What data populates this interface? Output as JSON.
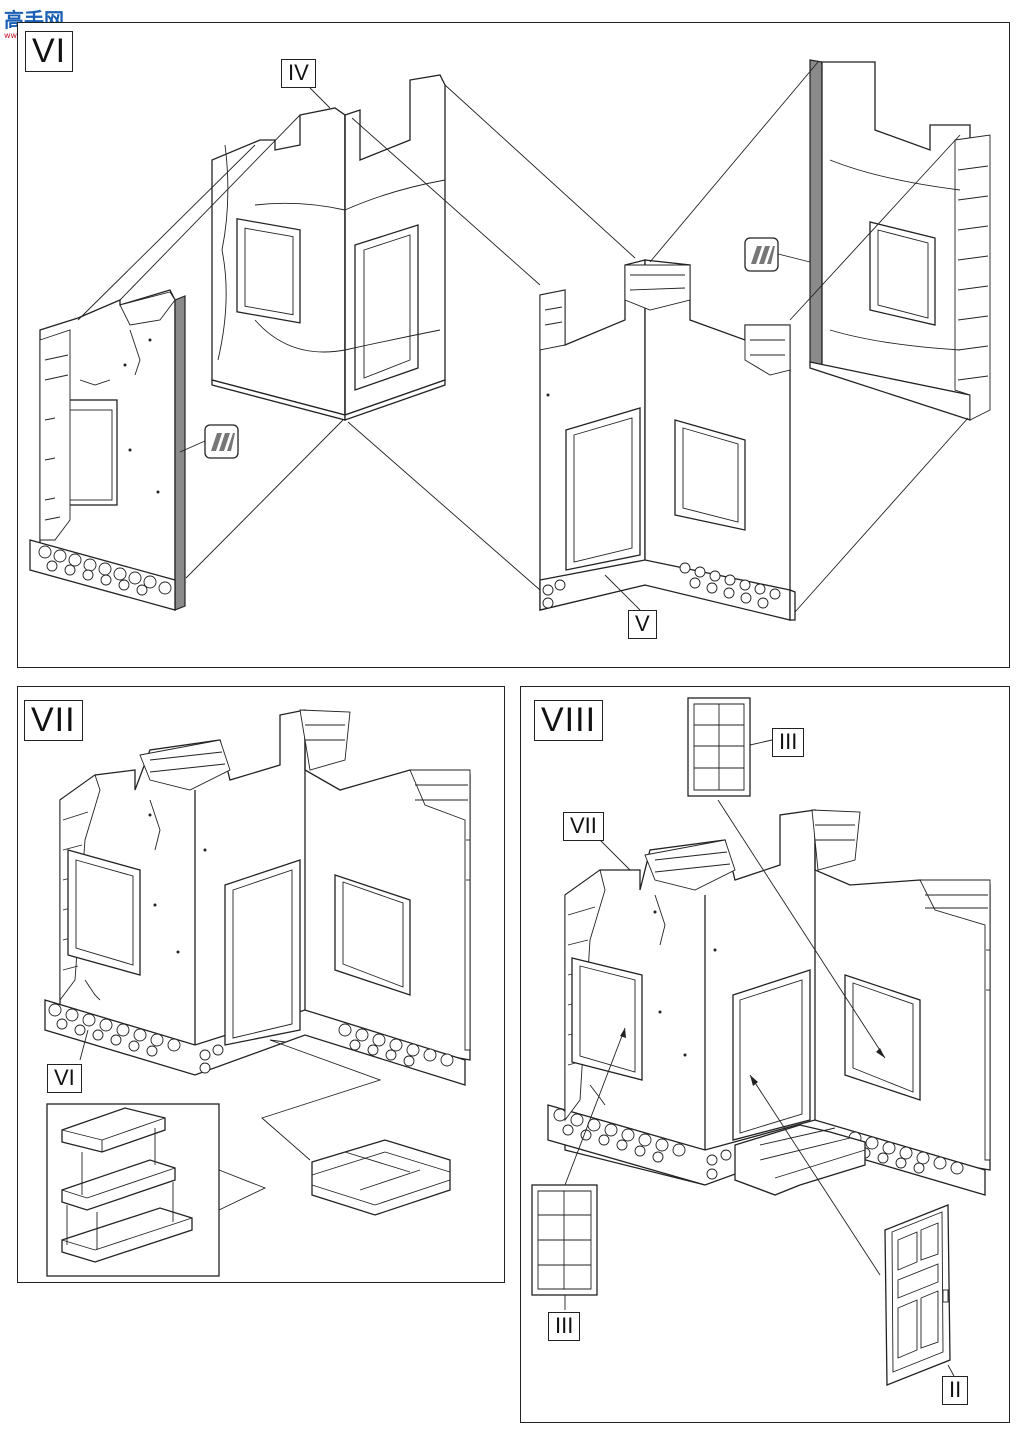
{
  "watermark": {
    "main": "高手网",
    "sub": "www.shou.com"
  },
  "panels": {
    "vi": {
      "step": "VI",
      "labels": {
        "part_iv": "IV",
        "part_v": "V"
      }
    },
    "vii": {
      "step": "VII",
      "labels": {
        "part_vi": "VI"
      }
    },
    "viii": {
      "step": "VIII",
      "labels": {
        "part_vii": "VII",
        "part_iii_top": "III",
        "part_iii_bottom": "III",
        "part_ii": "II"
      }
    }
  },
  "icons": [
    "glue-icon",
    "glue-icon"
  ]
}
